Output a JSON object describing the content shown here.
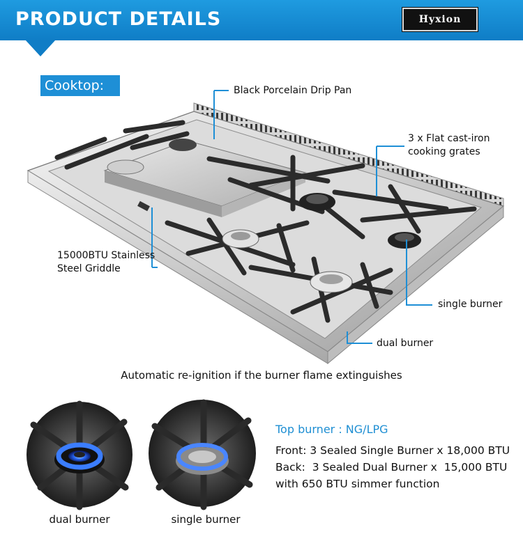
{
  "header": {
    "title": "PRODUCT DETAILS",
    "brand": "Hyxion"
  },
  "section": {
    "label": "Cooktop:"
  },
  "callouts": {
    "drip_pan": "Black Porcelain Drip Pan",
    "grates_line1": "3 x Flat cast-iron",
    "grates_line2": "cooking grates",
    "griddle_line1": "15000BTU Stainless",
    "griddle_line2": "Steel Griddle",
    "single_burner": "single burner",
    "dual_burner": "dual burner"
  },
  "caption": "Automatic re-ignition if the burner flame extinguishes",
  "specs": {
    "title": "Top burner : NG/LPG",
    "front": "Front: 3 Sealed Single Burner x 18,000 BTU",
    "back": "Back:  3 Sealed Dual Burner x  15,000 BTU",
    "simmer": "with 650 BTU simmer function"
  },
  "closeups": {
    "left_label": "dual burner",
    "right_label": "single burner"
  },
  "colors": {
    "accent": "#1e8fd6",
    "banner": "#0f7dc6",
    "callout_line": "#1e8fd6",
    "flame": "#2a6bff"
  }
}
